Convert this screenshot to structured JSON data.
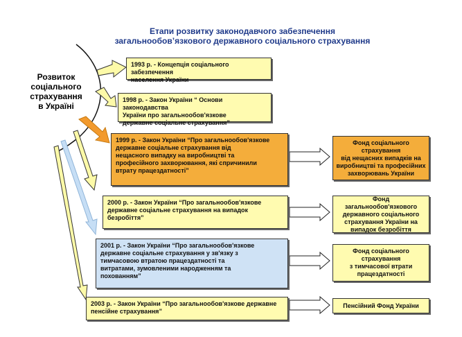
{
  "title": {
    "line1": "Етапи розвитку законодавчого забезпечення",
    "line2": "загальнообов’язкового державного соціального страхування"
  },
  "left_label": "Розвиток\nсоціального\nстрахування\nв Україні",
  "stages": [
    {
      "text": "1993 р. - Концепція соціального забезпечення\n             населення України",
      "color": "yellow"
    },
    {
      "text": "1998 р. - Закон України “ Основи законодавства\n            України про загальнообов'язкове\n             державне соціальне страхування”",
      "color": "yellow"
    },
    {
      "text": "1999 р. - Закон України “Про загальнообов'язкове\n           державне соціальне страхування від\n           нещасного випадку на виробництві та\n           професійного захворювання, які спричинили\n           втрату працездатності”",
      "color": "orange"
    },
    {
      "text": "2000 р. - Закон України “Про загальнообов'язкове\n           державне соціальне страхування на випадок\n           безробіття”",
      "color": "yellow"
    },
    {
      "text": "2001 р. - Закон України “Про загальнообов'язкове\n           державне соціальне страхування у зв'язку з\n           тимчасовою втратою працездатності та\n           витратами, зумовленими народженням та\n           похованням”",
      "color": "blue"
    },
    {
      "text": "2003 р. - Закон України “Про загальнообов'язкове державне\n                  пенсійне страхування”",
      "color": "yellow"
    }
  ],
  "results": [
    {
      "text": "Фонд соціального\nстрахування\nвід нещасних випадків на\nвиробництві та професійних\nзахворювань України",
      "color": "orange"
    },
    {
      "text": "Фонд загальнообов'язкового\nдержавного соціального\nстрахування України на\nвипадок безробіття",
      "color": "yellow"
    },
    {
      "text": "Фонд соціального\nстрахування\nз тимчасової втрати\nпрацездатності",
      "color": "blue"
    },
    {
      "text": "Пенсійний Фонд України",
      "color": "yellow"
    }
  ],
  "colors": {
    "title": "#1f3a8a",
    "yellow": "#fffbb0",
    "orange": "#f4ad3b",
    "blue": "#cfe2f5",
    "arrow_orange": "#f29a2e",
    "arrow_blue": "#c6def5",
    "arrow_yellow": "#fdfaa8"
  }
}
